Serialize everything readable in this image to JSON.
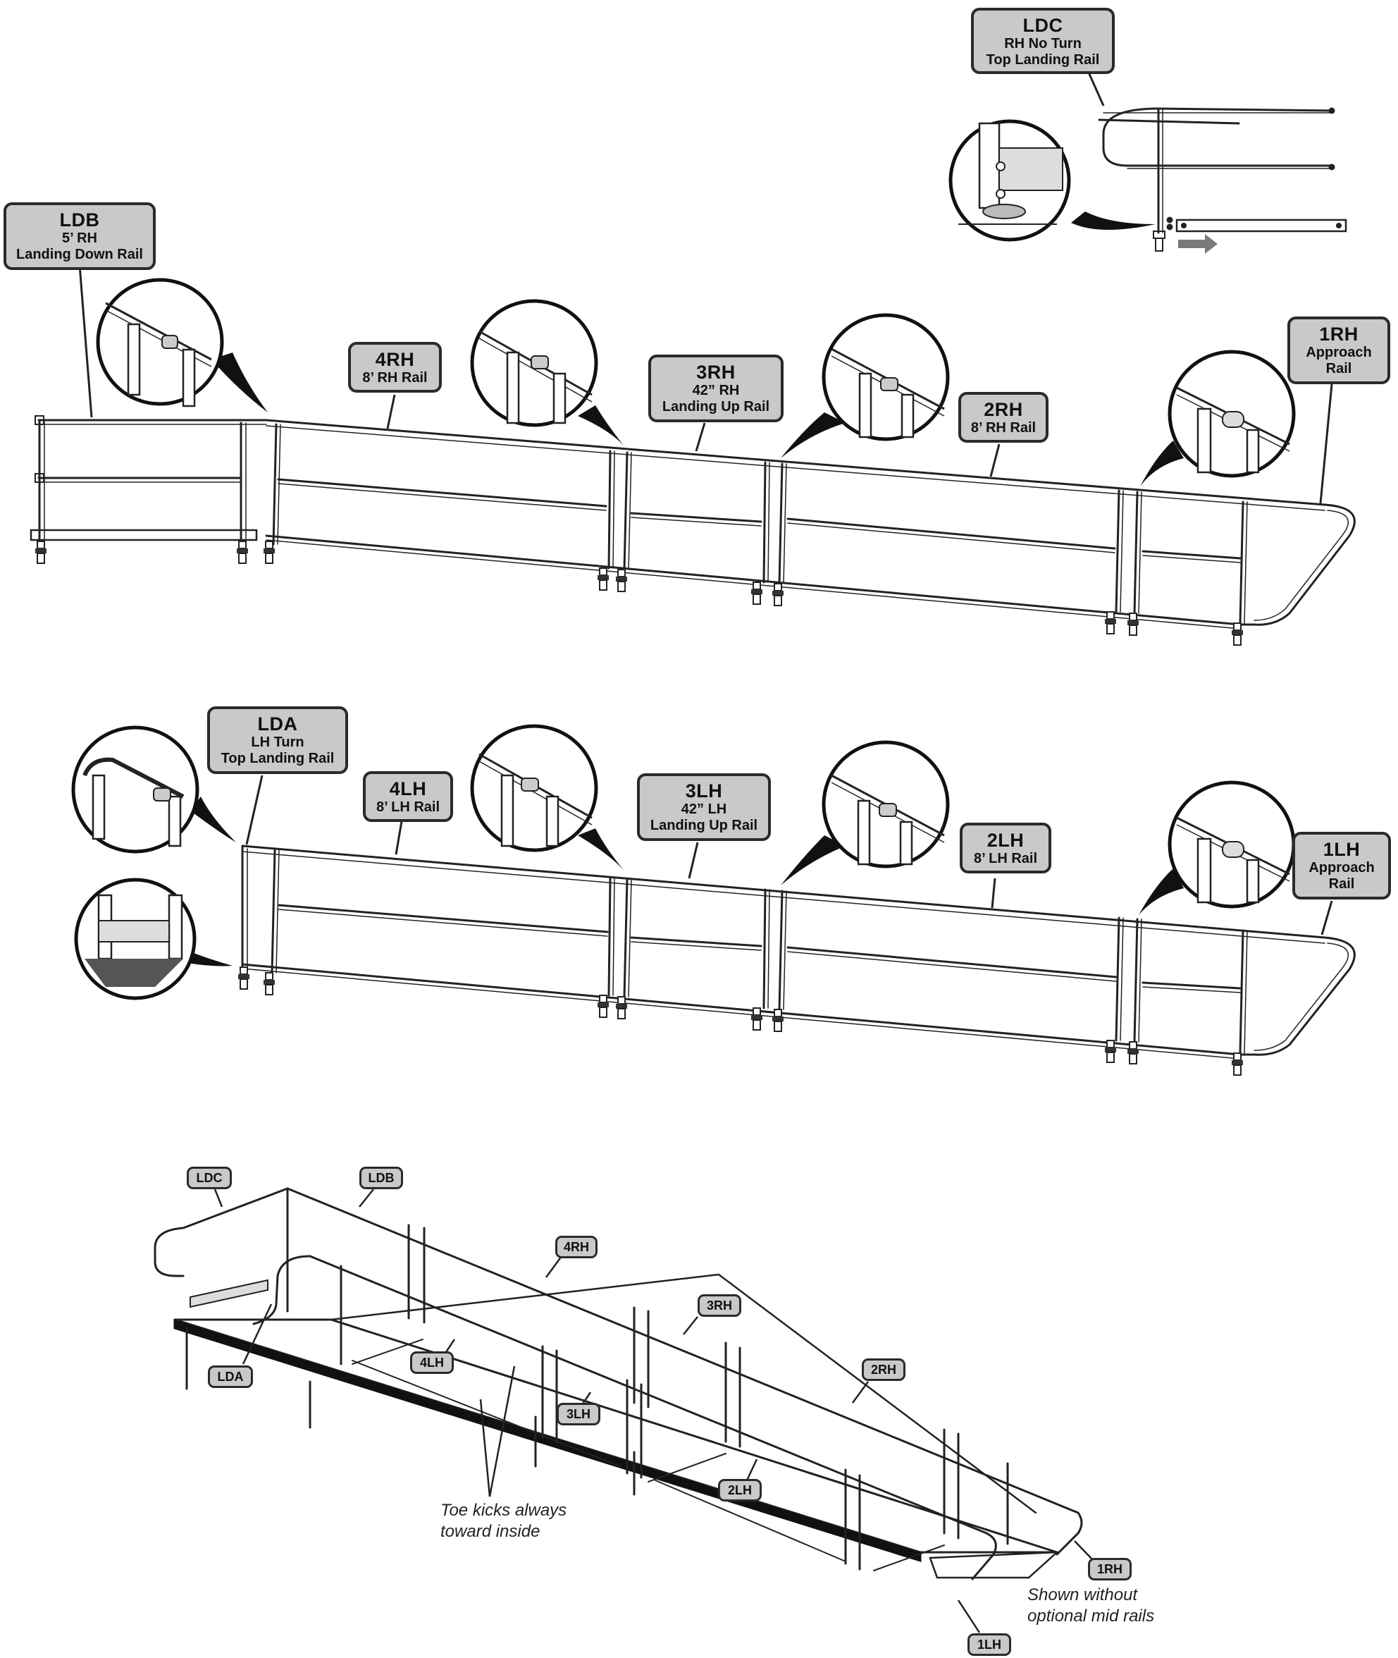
{
  "labels": {
    "LDC": {
      "code": "LDC",
      "line1": "RH No Turn",
      "line2": "Top Landing Rail"
    },
    "LDB": {
      "code": "LDB",
      "line1": "5’ RH",
      "line2": "Landing Down Rail"
    },
    "4RH": {
      "code": "4RH",
      "line1": "8’ RH Rail"
    },
    "3RH": {
      "code": "3RH",
      "line1": "42” RH",
      "line2": "Landing Up Rail"
    },
    "2RH": {
      "code": "2RH",
      "line1": "8’ RH Rail"
    },
    "1RH": {
      "code": "1RH",
      "line1": "Approach",
      "line2": "Rail"
    },
    "LDA": {
      "code": "LDA",
      "line1": "LH Turn",
      "line2": "Top Landing Rail"
    },
    "4LH": {
      "code": "4LH",
      "line1": "8’ LH Rail"
    },
    "3LH": {
      "code": "3LH",
      "line1": "42” LH",
      "line2": "Landing Up Rail"
    },
    "2LH": {
      "code": "2LH",
      "line1": "8’ LH Rail"
    },
    "1LH": {
      "code": "1LH",
      "line1": "Approach",
      "line2": "Rail"
    }
  },
  "assembly_tags": {
    "ldc": "LDC",
    "ldb": "LDB",
    "rh4": "4RH",
    "rh3": "3RH",
    "rh2": "2RH",
    "rh1": "1RH",
    "lda": "LDA",
    "lh4": "4LH",
    "lh3": "3LH",
    "lh2": "2LH",
    "lh1": "1LH"
  },
  "notes": {
    "toe_kicks": {
      "line1": "Toe kicks always",
      "line2": "toward inside"
    },
    "mid_rails": {
      "line1": "Shown without",
      "line2": "optional mid rails"
    }
  },
  "colors": {
    "ink": "#222222",
    "label_fill": "#c9c9c9",
    "arrow": "#7a7a7a",
    "deck": "#111111"
  }
}
